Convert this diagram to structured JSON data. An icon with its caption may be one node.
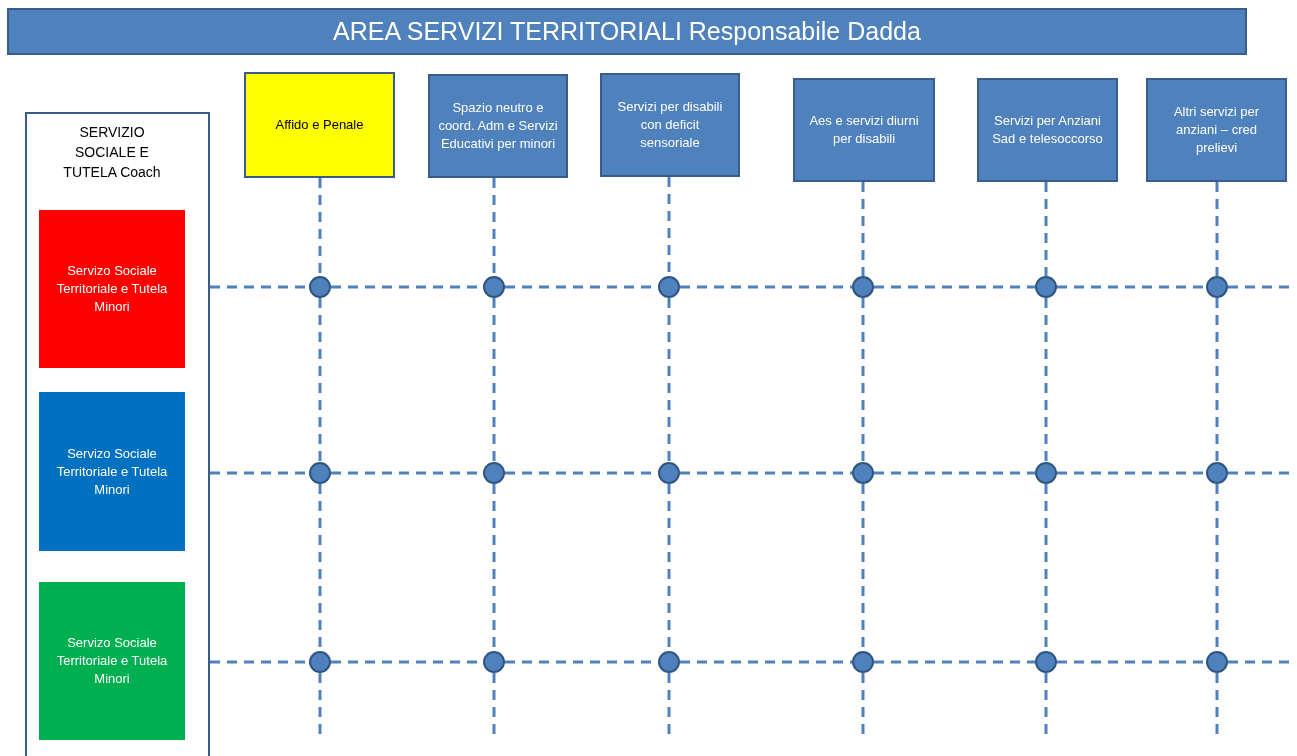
{
  "diagram": {
    "title": "AREA SERVIZI TERRITORIALI  Responsabile Dadda",
    "nodes": [
      {
        "text": [
          "SERVIZIO SOCIALE E TUTELA Coach"
        ]
      },
      {
        "text": [
          "Servizo Sociale Territoriale e Tutela Minori"
        ],
        "in": 0
      },
      {
        "text": [
          "Servizo Sociale Territoriale e Tutela Minori"
        ],
        "in": 0
      },
      {
        "text": [
          "Servizo Sociale Territoriale e Tutela Minori"
        ],
        "in": 0
      },
      {
        "text": [
          "Affido e Penale"
        ]
      },
      {
        "text": [
          "Spazio neutro e coord. Adm e Servizi Educativi per minori"
        ]
      },
      {
        "text": [
          "Servizi per disabili con deficit sensoriale"
        ]
      },
      {
        "text": [
          "Aes e servizi diurni per disabili"
        ]
      },
      {
        "text": [
          "Servizi per Anziani Sad e telesoccorso"
        ]
      },
      {
        "text": [
          "Altri servizi per anziani – cred prelievi"
        ]
      },
      {
        "text": [],
        "shape": "circle"
      },
      {
        "text": [],
        "shape": "circle"
      },
      {
        "text": [],
        "shape": "circle"
      },
      {
        "text": [],
        "shape": "circle"
      },
      {
        "text": [],
        "shape": "circle"
      },
      {
        "text": [],
        "shape": "circle"
      },
      {
        "text": [],
        "shape": "circle"
      },
      {
        "text": [],
        "shape": "circle"
      },
      {
        "text": [],
        "shape": "circle"
      },
      {
        "text": [],
        "shape": "circle"
      },
      {
        "text": [],
        "shape": "circle"
      },
      {
        "text": [],
        "shape": "circle"
      },
      {
        "text": [],
        "shape": "circle"
      },
      {
        "text": [],
        "shape": "circle"
      },
      {
        "text": [],
        "shape": "circle"
      },
      {
        "text": [],
        "shape": "circle"
      },
      {
        "text": [],
        "shape": "circle"
      },
      {
        "text": [],
        "shape": "circle"
      }
    ],
    "edges": [
      {
        "from": 4,
        "to": 10,
        "arrow": "none",
        "style": "dashed"
      },
      {
        "from": 10,
        "to": 16,
        "arrow": "none",
        "style": "dashed"
      },
      {
        "from": 16,
        "to": 22,
        "arrow": "none",
        "style": "dashed"
      },
      {
        "from": 22,
        "to": null,
        "arrow": "none",
        "style": "dashed"
      },
      {
        "from": 5,
        "to": 11,
        "arrow": "none",
        "style": "dashed"
      },
      {
        "from": 11,
        "to": 17,
        "arrow": "none",
        "style": "dashed"
      },
      {
        "from": 17,
        "to": 23,
        "arrow": "none",
        "style": "dashed"
      },
      {
        "from": 23,
        "to": null,
        "arrow": "none",
        "style": "dashed"
      },
      {
        "from": 6,
        "to": 12,
        "arrow": "none",
        "style": "dashed"
      },
      {
        "from": 12,
        "to": 18,
        "arrow": "none",
        "style": "dashed"
      },
      {
        "from": 18,
        "to": 24,
        "arrow": "none",
        "style": "dashed"
      },
      {
        "from": 24,
        "to": null,
        "arrow": "none",
        "style": "dashed"
      },
      {
        "from": 7,
        "to": 13,
        "arrow": "none",
        "style": "dashed"
      },
      {
        "from": 13,
        "to": 19,
        "arrow": "none",
        "style": "dashed"
      },
      {
        "from": 19,
        "to": 25,
        "arrow": "none",
        "style": "dashed"
      },
      {
        "from": 25,
        "to": null,
        "arrow": "none",
        "style": "dashed"
      },
      {
        "from": 8,
        "to": 14,
        "arrow": "none",
        "style": "dashed"
      },
      {
        "from": 14,
        "to": 20,
        "arrow": "none",
        "style": "dashed"
      },
      {
        "from": 20,
        "to": 26,
        "arrow": "none",
        "style": "dashed"
      },
      {
        "from": 26,
        "to": null,
        "arrow": "none",
        "style": "dashed"
      },
      {
        "from": 9,
        "to": 15,
        "arrow": "none",
        "style": "dashed"
      },
      {
        "from": 15,
        "to": 21,
        "arrow": "none",
        "style": "dashed"
      },
      {
        "from": 21,
        "to": 27,
        "arrow": "none",
        "style": "dashed"
      },
      {
        "from": 27,
        "to": null,
        "arrow": "none",
        "style": "dashed"
      },
      {
        "from": 0,
        "to": 10,
        "arrow": "none",
        "style": "dashed"
      },
      {
        "from": 10,
        "to": 11,
        "arrow": "none",
        "style": "dashed"
      },
      {
        "from": 11,
        "to": 12,
        "arrow": "none",
        "style": "dashed"
      },
      {
        "from": 12,
        "to": 13,
        "arrow": "none",
        "style": "dashed"
      },
      {
        "from": 13,
        "to": 14,
        "arrow": "none",
        "style": "dashed"
      },
      {
        "from": 14,
        "to": 15,
        "arrow": "none",
        "style": "dashed"
      },
      {
        "from": 15,
        "to": null,
        "arrow": "none",
        "style": "dashed"
      },
      {
        "from": 0,
        "to": 16,
        "arrow": "none",
        "style": "dashed"
      },
      {
        "from": 16,
        "to": 17,
        "arrow": "none",
        "style": "dashed"
      },
      {
        "from": 17,
        "to": 18,
        "arrow": "none",
        "style": "dashed"
      },
      {
        "from": 18,
        "to": 19,
        "arrow": "none",
        "style": "dashed"
      },
      {
        "from": 19,
        "to": 20,
        "arrow": "none",
        "style": "dashed"
      },
      {
        "from": 20,
        "to": 21,
        "arrow": "none",
        "style": "dashed"
      },
      {
        "from": 21,
        "to": null,
        "arrow": "none",
        "style": "dashed"
      },
      {
        "from": 0,
        "to": 22,
        "arrow": "none",
        "style": "dashed"
      },
      {
        "from": 22,
        "to": 23,
        "arrow": "none",
        "style": "dashed"
      },
      {
        "from": 23,
        "to": 24,
        "arrow": "none",
        "style": "dashed"
      },
      {
        "from": 24,
        "to": 25,
        "arrow": "none",
        "style": "dashed"
      },
      {
        "from": 25,
        "to": 26,
        "arrow": "none",
        "style": "dashed"
      },
      {
        "from": 26,
        "to": 27,
        "arrow": "none",
        "style": "dashed"
      },
      {
        "from": 27,
        "to": null,
        "arrow": "none",
        "style": "dashed"
      }
    ]
  }
}
